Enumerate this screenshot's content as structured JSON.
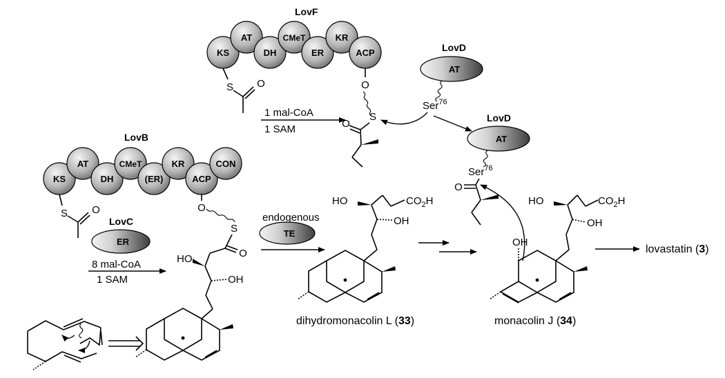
{
  "enzymes": {
    "lovf": {
      "title": "LovF",
      "domains": [
        "KS",
        "AT",
        "DH",
        "CMeT",
        "ER",
        "KR",
        "ACP"
      ]
    },
    "lovb": {
      "title": "LovB",
      "domains": [
        "KS",
        "AT",
        "DH",
        "CMeT",
        "(ER)",
        "KR",
        "ACP",
        "CON"
      ]
    },
    "lovd_top": {
      "title": "LovD",
      "domain": "AT"
    },
    "lovd_mid": {
      "title": "LovD",
      "domain": "AT"
    },
    "lovc": {
      "title": "LovC",
      "domain": "ER"
    },
    "te": {
      "title": "endogenous",
      "domain": "TE"
    }
  },
  "reagents": {
    "lovf_top": "1 mal-CoA",
    "lovf_bottom": "1 SAM",
    "lovb_top": "8 mal-CoA",
    "lovb_bottom": "1 SAM"
  },
  "ser": {
    "base": "Ser",
    "sup": "76"
  },
  "atoms": {
    "O": "O",
    "S": "S",
    "HO": "HO",
    "OH": "OH",
    "CO2H_main": "CO",
    "CO2H_sub": "2",
    "CO2H_tail": "H"
  },
  "compounds": {
    "c33": {
      "name": "dihydromonacolin L (",
      "num": "33",
      "close": ")"
    },
    "c34": {
      "name": "monacolin J (",
      "num": "34",
      "close": ")"
    },
    "lovastatin": {
      "name": "lovastatin (",
      "num": "3",
      "close": ")"
    }
  },
  "colors": {
    "sphere_light": "#f2f2f2",
    "sphere_dark": "#6f6f6f",
    "outline": "#000000"
  }
}
